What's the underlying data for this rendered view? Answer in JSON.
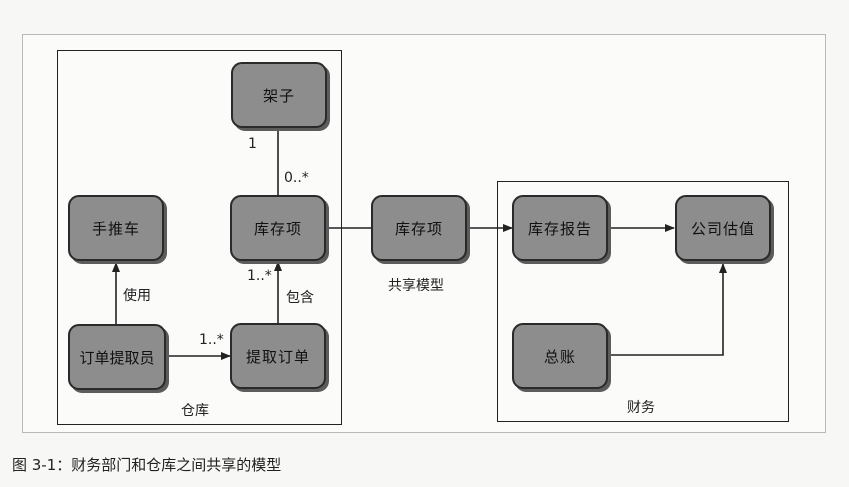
{
  "diagram": {
    "groups": {
      "warehouse": "仓库",
      "shared": "共享模型",
      "finance": "财务"
    },
    "nodes": {
      "shelf": "架子",
      "handcart": "手推车",
      "inventory_item": "库存项",
      "shared_inventory_item": "库存项",
      "order_picker": "订单提取员",
      "pick_order": "提取订单",
      "inventory_report": "库存报告",
      "company_valuation": "公司估值",
      "ledger": "总账"
    },
    "edge_labels": {
      "shelf_one": "1",
      "shelf_many": "0..*",
      "uses": "使用",
      "contains_mult": "1..*",
      "contains": "包含",
      "picker_mult": "1..*"
    }
  },
  "caption": "图 3-1：财务部门和仓库之间共享的模型"
}
